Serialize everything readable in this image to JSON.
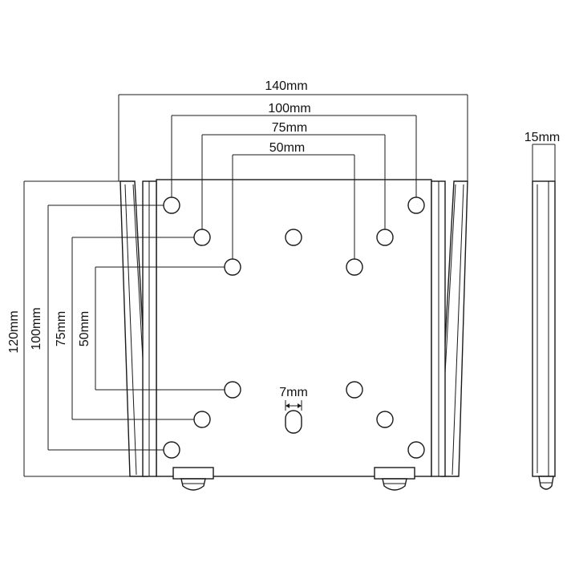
{
  "diagram": {
    "width_dims": {
      "overall": "140mm",
      "pattern_100": "100mm",
      "pattern_75": "75mm",
      "pattern_50": "50mm"
    },
    "height_dims": {
      "overall": "120mm",
      "pattern_100": "100mm",
      "pattern_75": "75mm",
      "pattern_50": "50mm"
    },
    "slot_dim": "7mm",
    "depth_dim": "15mm"
  }
}
